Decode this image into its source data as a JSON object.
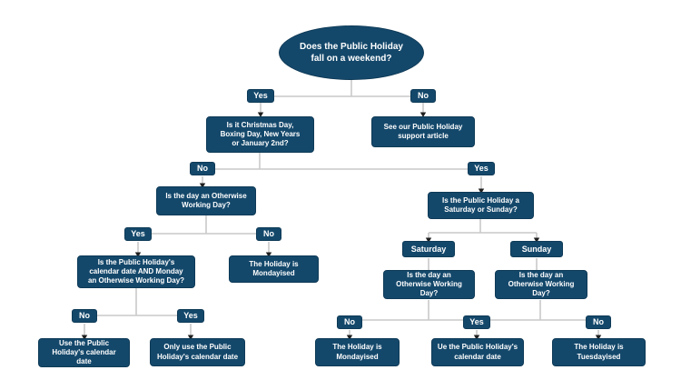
{
  "palette": {
    "background": "#ffffff",
    "node_fill": "#14486b",
    "node_border": "#0e3a57",
    "node_text": "#ffffff",
    "connector": "#c9c9c9",
    "arrow": "#1f1f1f"
  },
  "flowchart": {
    "root": {
      "label": "Does the Public Holiday\nfall on a weekend?"
    },
    "edge_labels": {
      "weekend_yes": "Yes",
      "weekend_no": "No",
      "christmas_no": "No",
      "christmas_yes": "Yes",
      "owd_yes": "Yes",
      "owd_no": "No",
      "calmon_no": "No",
      "calmon_yes": "Yes",
      "saturday": "Saturday",
      "sunday": "Sunday",
      "sat_owd_no": "No",
      "shared_yes": "Yes",
      "sun_owd_no": "No"
    },
    "nodes": {
      "christmas_question": {
        "label": "Is it Christmas Day,\nBoxing Day, New Years\nor January 2nd?"
      },
      "support_article": {
        "label": "See our Public Holiday\nsupport article"
      },
      "owd_question": {
        "label": "Is the day an Otherwise\nWorking Day?"
      },
      "sat_sun_question": {
        "label": "Is the Public Holiday a\nSaturday or Sunday?"
      },
      "calendar_monday_question": {
        "label": "Is the Public Holiday's\ncalendar date AND Monday\nan Otherwise Working Day?"
      },
      "mondayised_left": {
        "label": "The Holiday is\nMondayised"
      },
      "sat_owd_question": {
        "label": "Is the day an\nOtherwise Working\nDay?"
      },
      "sun_owd_question": {
        "label": "Is the day an\nOtherwise Working\nDay?"
      },
      "use_calendar_date": {
        "label": "Use the Public\nHoliday's calendar\ndate"
      },
      "only_use_calendar_date": {
        "label": "Only use the Public\nHoliday's calendar date"
      },
      "mondayised_right": {
        "label": "The Holiday is\nMondayised"
      },
      "ue_calendar_date": {
        "label": "Ue the Public Holiday's\ncalendar date"
      },
      "tuesdayised": {
        "label": "The Holiday is\nTuesdayised"
      }
    }
  }
}
